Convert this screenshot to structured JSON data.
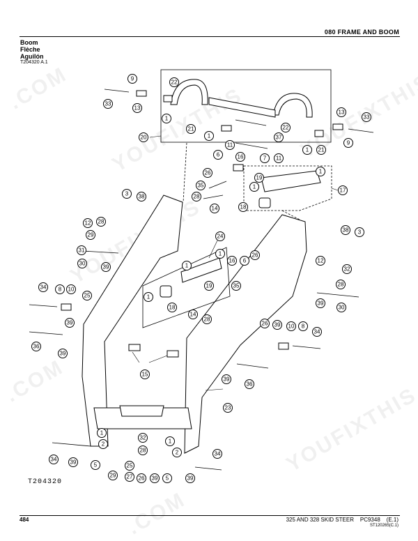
{
  "header": {
    "section_title": "080 FRAME AND BOOM",
    "title_en": "Boom",
    "title_fr": "Flèche",
    "title_es": "Aguilón",
    "figure_ref": "T204320 A.1"
  },
  "diagram": {
    "id_label": "T204320",
    "callouts": [
      "1",
      "2",
      "3",
      "5",
      "6",
      "7",
      "8",
      "9",
      "10",
      "11",
      "12",
      "13",
      "14",
      "15",
      "16",
      "17",
      "18",
      "19",
      "20",
      "21",
      "22",
      "23",
      "24",
      "25",
      "26",
      "27",
      "28",
      "29",
      "30",
      "31",
      "32",
      "33",
      "34",
      "35",
      "36",
      "37",
      "38",
      "39"
    ]
  },
  "footer": {
    "page_number": "484",
    "title": "325 AND 328 SKID STEER    PC9348    (E.1)",
    "code": "ST120265(C.1)"
  },
  "watermarks": [
    "YOUFIXTHIS",
    "YOUFIXTHIS",
    "YOUFIXTHIS",
    "YOUFIXTHIS",
    ".COM",
    ".COM",
    ".COM"
  ]
}
